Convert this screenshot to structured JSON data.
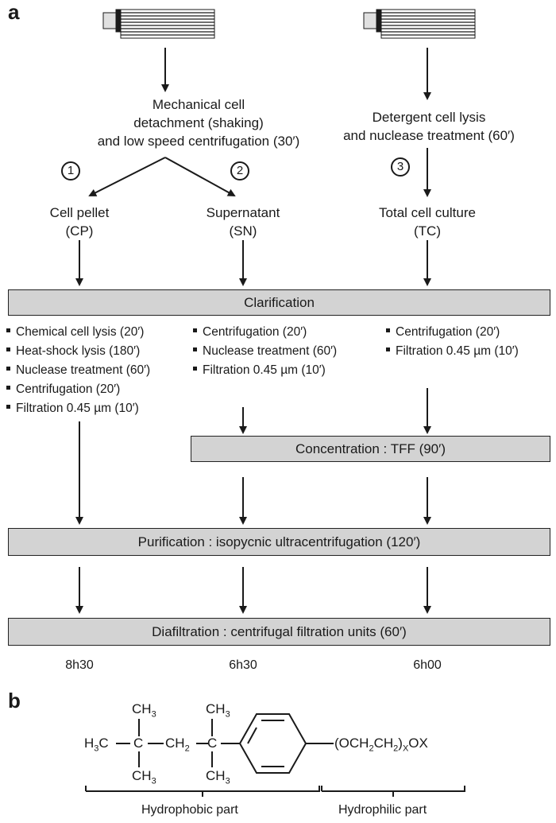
{
  "panel_a": {
    "label": "a",
    "step1_left": [
      "Mechanical cell",
      "detachment (shaking)",
      "and low speed centrifugation (30′)"
    ],
    "step1_right": [
      "Detergent cell lysis",
      "and nuclease treatment (60′)"
    ],
    "routes": [
      "1",
      "2",
      "3"
    ],
    "fractions": [
      {
        "name": "Cell pellet",
        "abbr": "(CP)"
      },
      {
        "name": "Supernatant",
        "abbr": "(SN)"
      },
      {
        "name": "Total cell culture",
        "abbr": "(TC)"
      }
    ],
    "clarification": "Clarification",
    "steps_cp": [
      "Chemical cell lysis (20′)",
      "Heat-shock lysis (180′)",
      "Nuclease treatment (60′)",
      "Centrifugation (20′)",
      "Filtration 0.45 µm (10′)"
    ],
    "steps_sn": [
      "Centrifugation (20′)",
      "Nuclease treatment (60′)",
      "Filtration 0.45 µm (10′)"
    ],
    "steps_tc": [
      "Centrifugation (20′)",
      "Filtration 0.45 µm (10′)"
    ],
    "concentration": "Concentration : TFF (90′)",
    "purification": "Purification : isopycnic ultracentrifugation (120′)",
    "diafiltration": "Diafiltration : centrifugal filtration units (60′)",
    "times": [
      "8h30",
      "6h30",
      "6h00"
    ]
  },
  "panel_b": {
    "label": "b",
    "hydrophobic": "Hydrophobic part",
    "hydrophilic": "Hydrophilic part"
  }
}
